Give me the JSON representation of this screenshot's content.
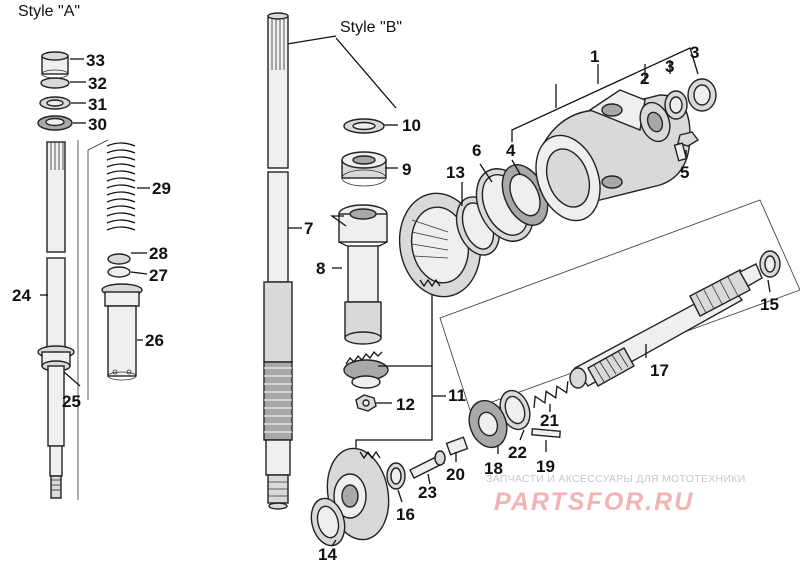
{
  "style_labels": {
    "a": "Style \"A\"",
    "b": "Style \"B\""
  },
  "part_numbers": {
    "p1": "1",
    "p2": "2",
    "p3a": "3",
    "p3b": "3",
    "p4": "4",
    "p5": "5",
    "p6": "6",
    "p7": "7",
    "p8": "8",
    "p9": "9",
    "p10": "10",
    "p11": "11",
    "p12": "12",
    "p13": "13",
    "p14": "14",
    "p15": "15",
    "p16": "16",
    "p17": "17",
    "p18": "18",
    "p19": "19",
    "p20": "20",
    "p21": "21",
    "p22": "22",
    "p23": "23",
    "p24": "24",
    "p25": "25",
    "p26": "26",
    "p27": "27",
    "p28": "28",
    "p29": "29",
    "p30": "30",
    "p31": "31",
    "p32": "32",
    "p33": "33"
  },
  "watermark": {
    "tagline": "ЗАПЧАСТИ И АКСЕССУАРЫ ДЛЯ МОТОТЕХНИКИ",
    "logo": "PARTSFOR.RU"
  }
}
